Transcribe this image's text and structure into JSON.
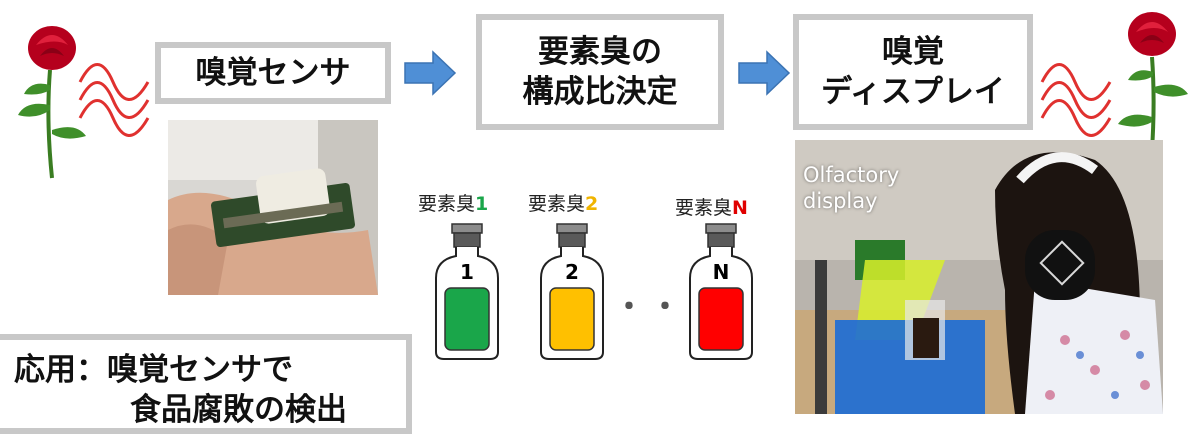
{
  "flow": {
    "sensor": "嗅覚センサ",
    "ratio_line1": "要素臭の",
    "ratio_line2": "構成比決定",
    "display_line1": "嗅覚",
    "display_line2": "ディスプレイ"
  },
  "odors": [
    {
      "label": "要素臭",
      "num": "1",
      "num_color": "#1aa64a",
      "bottle_text": "1",
      "fill": "#1aa64a"
    },
    {
      "label": "要素臭",
      "num": "2",
      "num_color": "#f0b400",
      "bottle_text": "2",
      "fill": "#ffc000"
    },
    {
      "label": "要素臭",
      "num": "N",
      "num_color": "#e00000",
      "bottle_text": "N",
      "fill": "#ff0000"
    }
  ],
  "ellipsis": "・・・",
  "photo_caption_line1": "Olfactory",
  "photo_caption_line2": "display",
  "application": {
    "line1": "応用：嗅覚センサで",
    "line2": "食品腐敗の検出"
  },
  "colors": {
    "arrow": "#4f8fd6",
    "box_border": "#c8c8c8",
    "rose": "#c8102e",
    "wave": "#e0312f"
  }
}
